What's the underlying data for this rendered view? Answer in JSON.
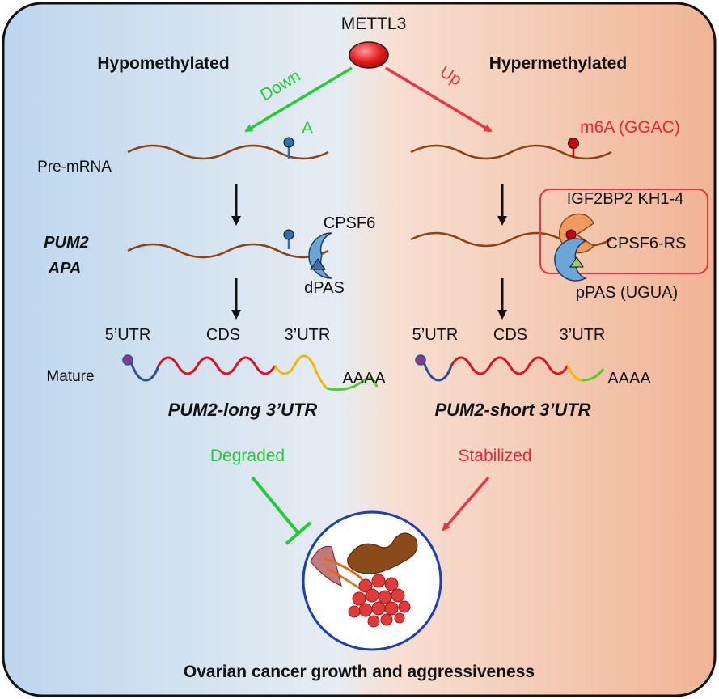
{
  "top_label": "METTL3",
  "left": {
    "header": "Hypomethylated",
    "arrow_label": "Down",
    "site_label": "A",
    "factor": "CPSF6",
    "site": "dPAS",
    "outcome": "Degraded",
    "mature_name": "PUM2-long 3’UTR"
  },
  "right": {
    "header": "Hypermethylated",
    "arrow_label": "Up",
    "site_label": "m6A (GGAC)",
    "factor_reader": "IGF2BP2 KH1-4",
    "factor": "CPSF6-RS",
    "site": "pPAS (UGUA)",
    "outcome": "Stabilized",
    "mature_name": "PUM2-short 3’UTR"
  },
  "rows": {
    "pre": "Pre-mRNA",
    "apa_line1": "PUM2",
    "apa_line2": "APA",
    "mature": "Mature"
  },
  "regions": {
    "utr5": "5’UTR",
    "cds": "CDS",
    "utr3": "3’UTR",
    "polya": "AAAA"
  },
  "footer": "Ovarian cancer growth and aggressiveness",
  "colors": {
    "down": "#22cc33",
    "up": "#ee3344",
    "rna": "#8b4513",
    "utr5": "#2f4f8f",
    "cds": "#dd1122",
    "utr3": "#f2b800",
    "tail": "#55cc22",
    "cap": "#8b3a8b",
    "pin_blue": "#2d6fb0",
    "pin_red": "#cc0011",
    "cpsf6": "#6aa6d6",
    "reader": "#f09a5e",
    "circle": "#1a3fb8"
  }
}
